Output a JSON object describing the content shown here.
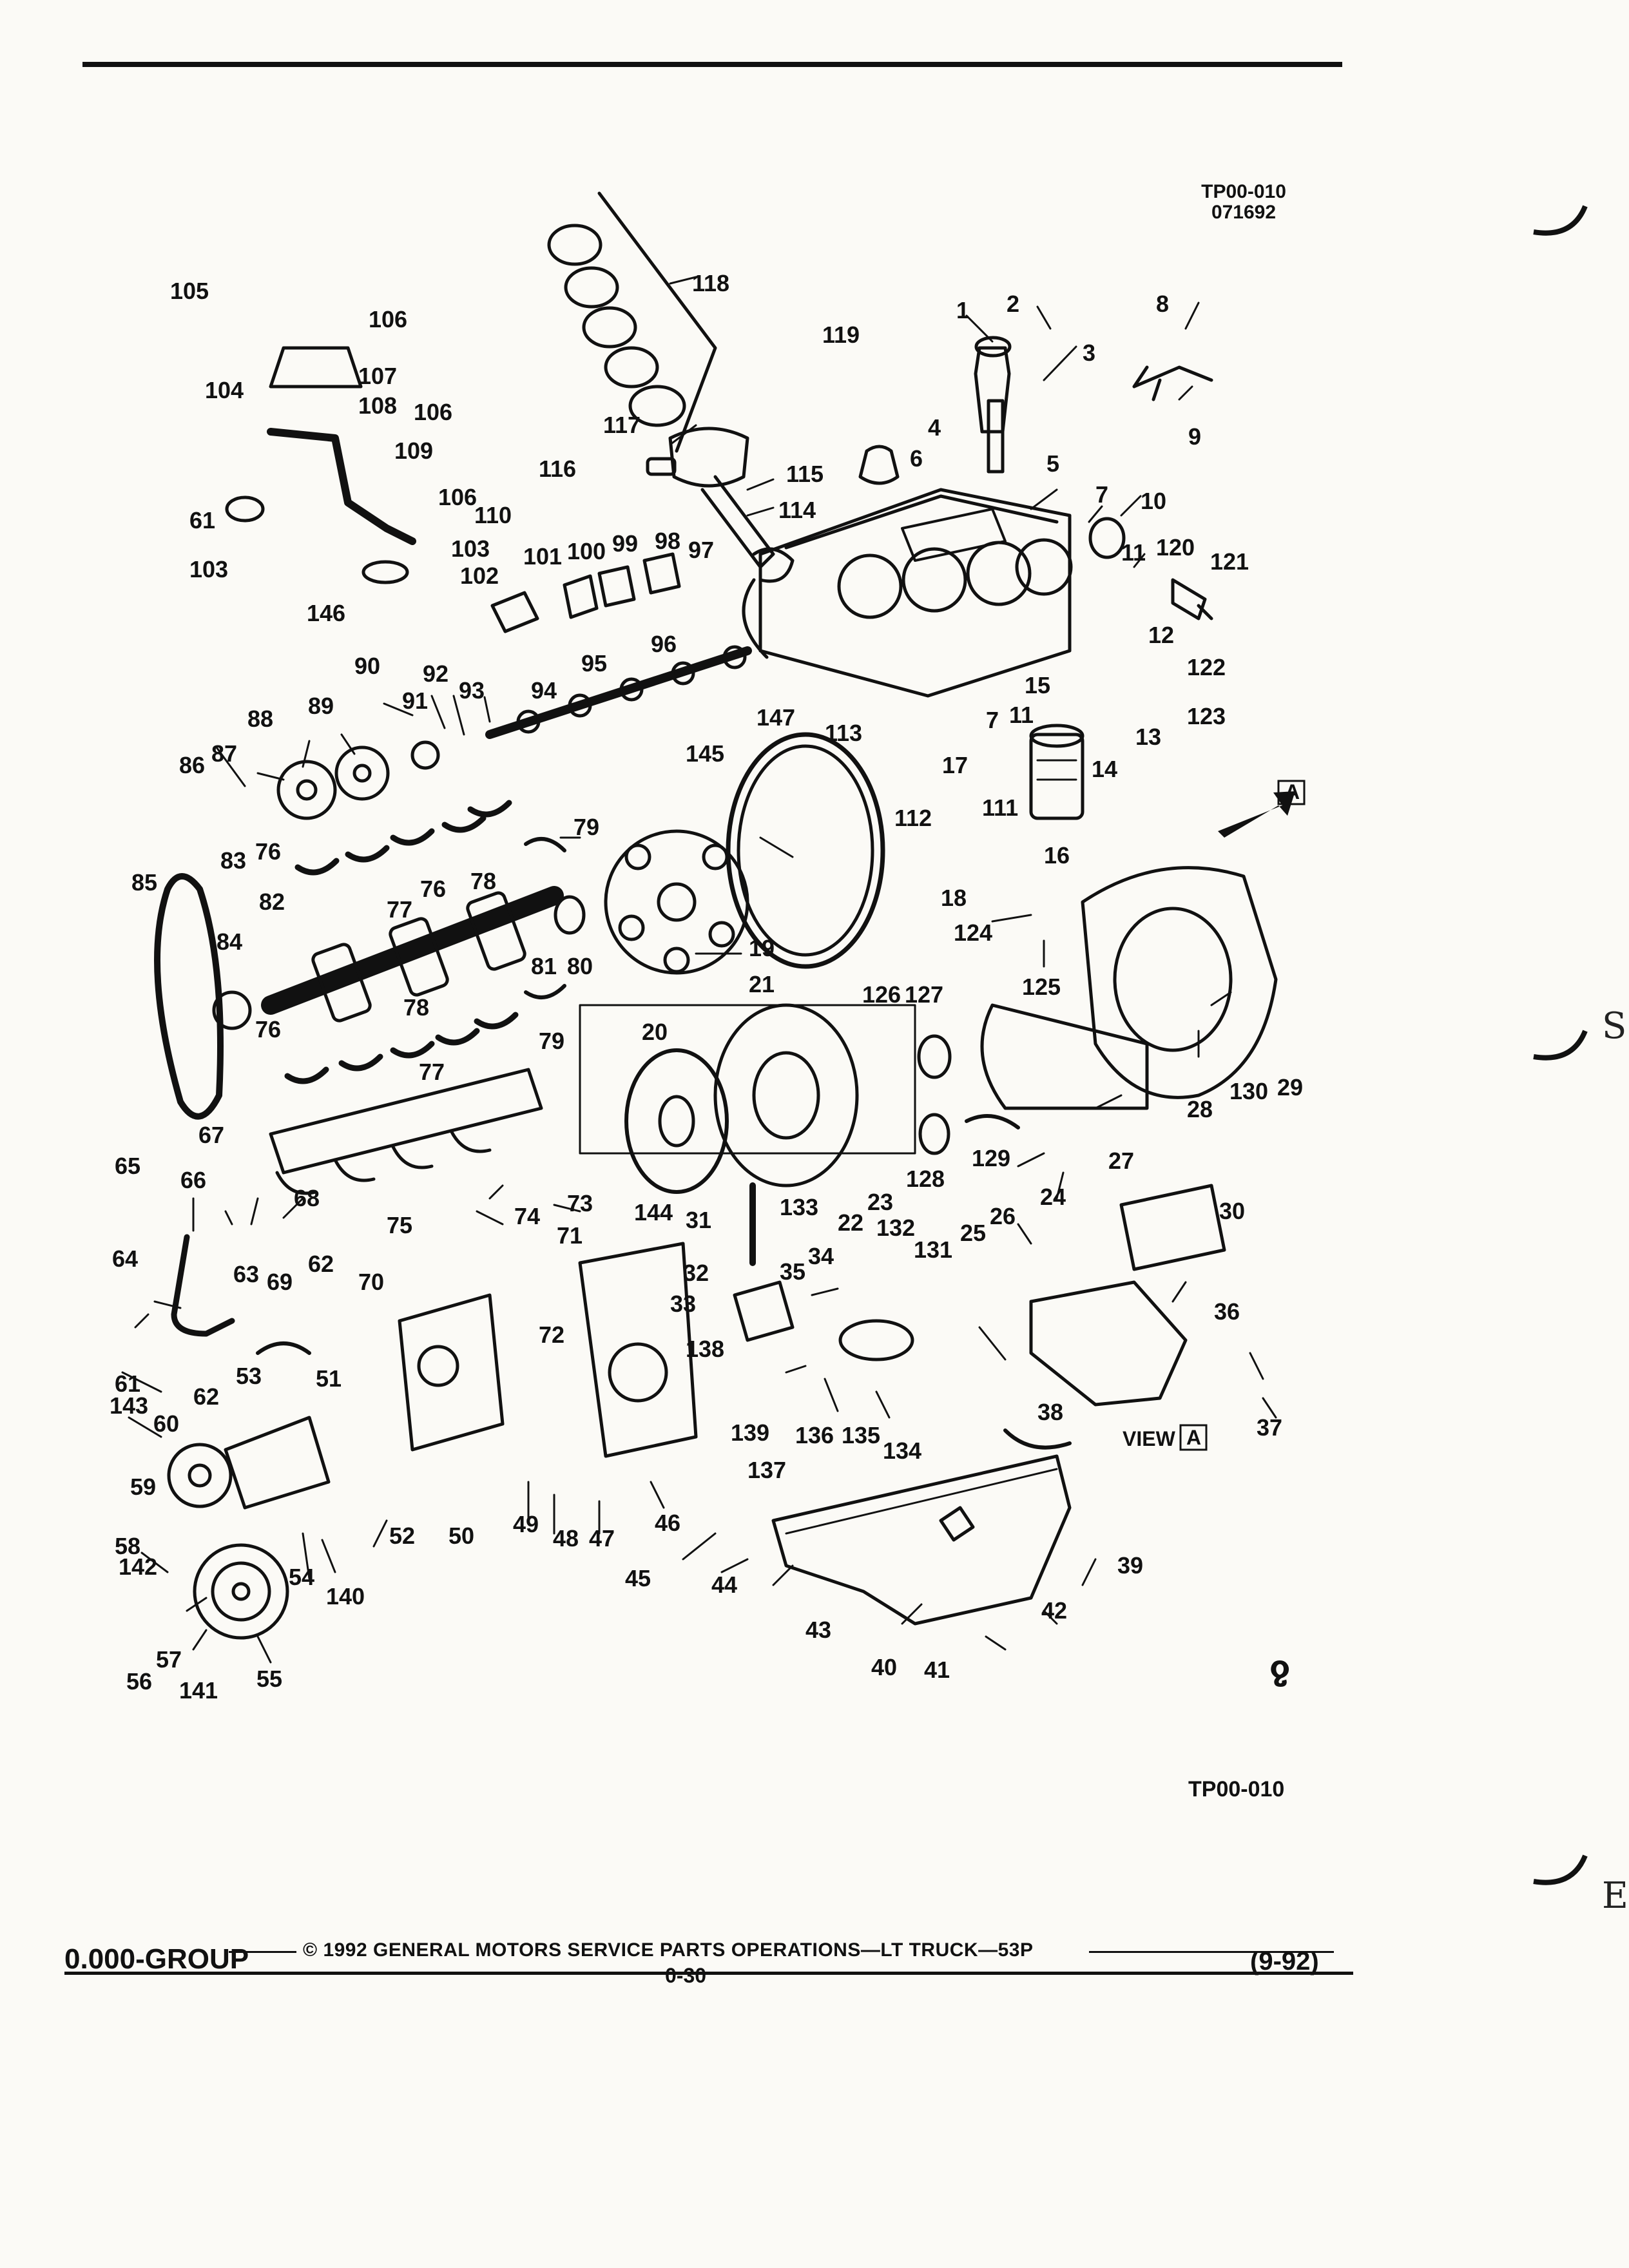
{
  "header": {
    "figure_id": "TP00-010",
    "figure_date": "071692"
  },
  "diagram": {
    "view_label": "VIEW",
    "view_letter": "A",
    "callouts": [
      "1",
      "2",
      "3",
      "4",
      "5",
      "6",
      "7",
      "8",
      "9",
      "10",
      "11",
      "12",
      "13",
      "14",
      "15",
      "16",
      "17",
      "18",
      "19",
      "20",
      "21",
      "22",
      "23",
      "24",
      "25",
      "26",
      "27",
      "28",
      "29",
      "30",
      "31",
      "32",
      "33",
      "34",
      "35",
      "36",
      "37",
      "38",
      "39",
      "40",
      "41",
      "42",
      "43",
      "44",
      "45",
      "46",
      "47",
      "48",
      "49",
      "50",
      "51",
      "52",
      "53",
      "54",
      "55",
      "56",
      "57",
      "58",
      "59",
      "60",
      "61",
      "62",
      "63",
      "64",
      "65",
      "66",
      "67",
      "68",
      "69",
      "70",
      "71",
      "72",
      "73",
      "74",
      "75",
      "76",
      "77",
      "78",
      "79",
      "80",
      "81",
      "82",
      "83",
      "84",
      "85",
      "86",
      "87",
      "88",
      "89",
      "90",
      "91",
      "92",
      "93",
      "94",
      "95",
      "96",
      "97",
      "98",
      "99",
      "100",
      "101",
      "102",
      "103",
      "104",
      "105",
      "106",
      "107",
      "108",
      "109",
      "110",
      "111",
      "112",
      "113",
      "114",
      "115",
      "116",
      "117",
      "118",
      "119",
      "120",
      "121",
      "122",
      "123",
      "124",
      "125",
      "126",
      "127",
      "128",
      "129",
      "130",
      "131",
      "132",
      "133",
      "134",
      "135",
      "136",
      "137",
      "138",
      "139",
      "140",
      "141",
      "142",
      "143",
      "144",
      "145",
      "146",
      "147"
    ],
    "logo_mark": "ჹ"
  },
  "footer": {
    "figure_id": "TP00-010",
    "group": "0.000-GROUP",
    "copyright": "© 1992 GENERAL MOTORS SERVICE PARTS OPERATIONS—LT TRUCK—53P",
    "page": "0-30",
    "date_code": "(9-92)"
  },
  "margin_marks": [
    "S",
    "E"
  ]
}
